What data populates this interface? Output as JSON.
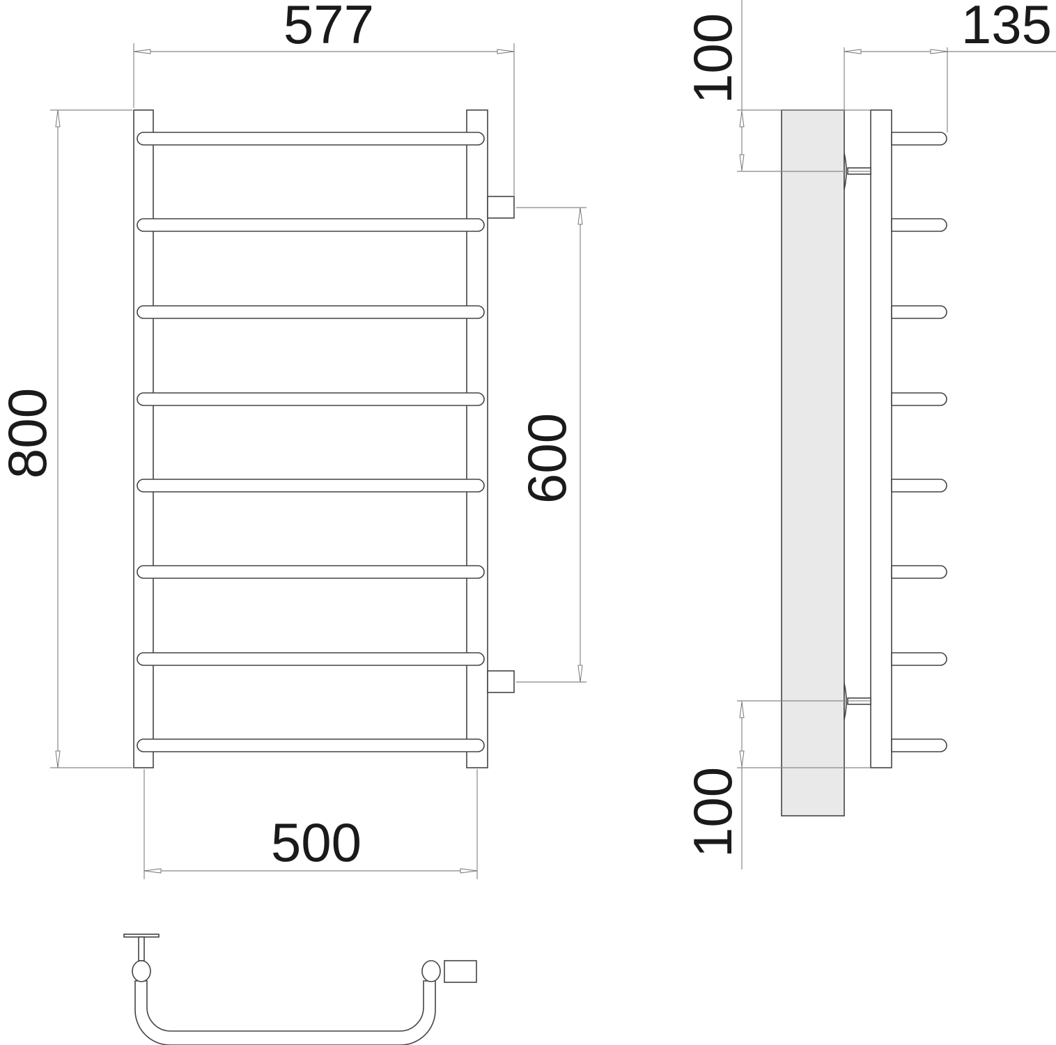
{
  "drawing": {
    "title": "Heated towel rail dimensional drawing",
    "colors": {
      "line": "#444444",
      "wall": "#e8e9e8",
      "dimension": "#888888",
      "text": "#1a1a1a"
    },
    "front_view": {
      "rungs": 8,
      "dimensions": {
        "overall_width": "577",
        "overall_height": "800",
        "connection_spacing": "600",
        "center_width": "500"
      }
    },
    "side_view": {
      "rungs": 8,
      "dimensions": {
        "top_mount_offset": "100",
        "bottom_mount_offset": "100",
        "depth": "135"
      }
    },
    "top_view": {
      "label": ""
    }
  }
}
